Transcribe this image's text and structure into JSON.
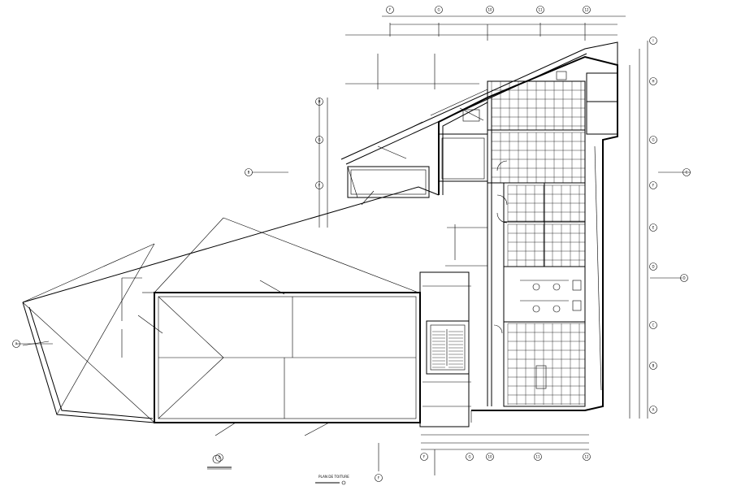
{
  "drawing": {
    "title": "PLAN DE TOITURE",
    "columns_top": [
      "F",
      "G",
      "10",
      "11",
      "12"
    ],
    "columns_bottom": [
      "F",
      "G",
      "10",
      "11",
      "12"
    ],
    "rows_right": [
      "I",
      "H",
      "G",
      "F",
      "E",
      "D",
      "C",
      "B",
      "A"
    ],
    "rows_left_small": [
      "H",
      "G",
      "F"
    ],
    "section_markers": [
      "A",
      "B",
      "C",
      "D",
      "E",
      "F"
    ]
  }
}
